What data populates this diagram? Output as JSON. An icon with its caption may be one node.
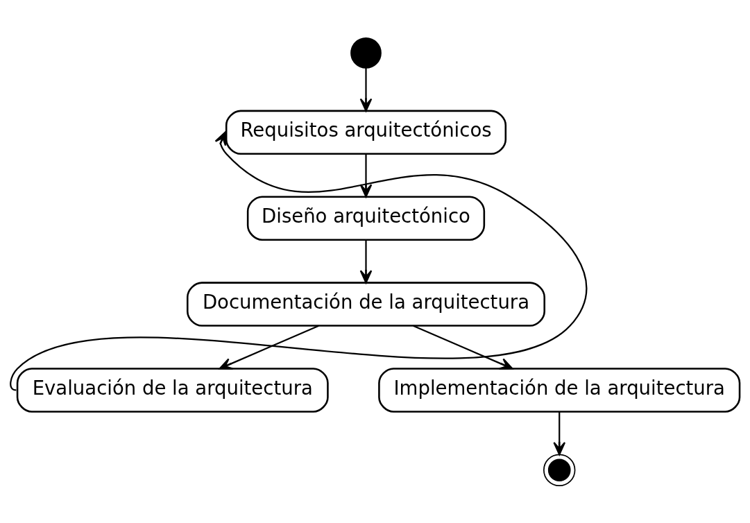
{
  "diagram": {
    "nodes": [
      {
        "text": [],
        "shape": "circle"
      },
      {
        "text": [
          "Requisitos arquitectónicos"
        ]
      },
      {
        "text": [
          "Diseño arquitectónico"
        ]
      },
      {
        "text": [
          "Documentación de la arquitectura"
        ]
      },
      {
        "text": [
          "Evaluación de la arquitectura"
        ]
      },
      {
        "text": [
          "Implementación de la arquitectura"
        ]
      },
      {
        "text": [],
        "shape": "bullseye"
      }
    ],
    "edges": [
      {
        "from": 0,
        "to": 1,
        "arrow": "to"
      },
      {
        "from": 1,
        "to": 2,
        "arrow": "to"
      },
      {
        "from": 2,
        "to": 3,
        "arrow": "to"
      },
      {
        "from": 3,
        "to": 4,
        "arrow": "to"
      },
      {
        "from": 3,
        "to": 5,
        "arrow": "to"
      },
      {
        "from": 4,
        "to": 1,
        "arrow": "to"
      },
      {
        "from": 5,
        "to": 6,
        "arrow": "to"
      }
    ]
  }
}
